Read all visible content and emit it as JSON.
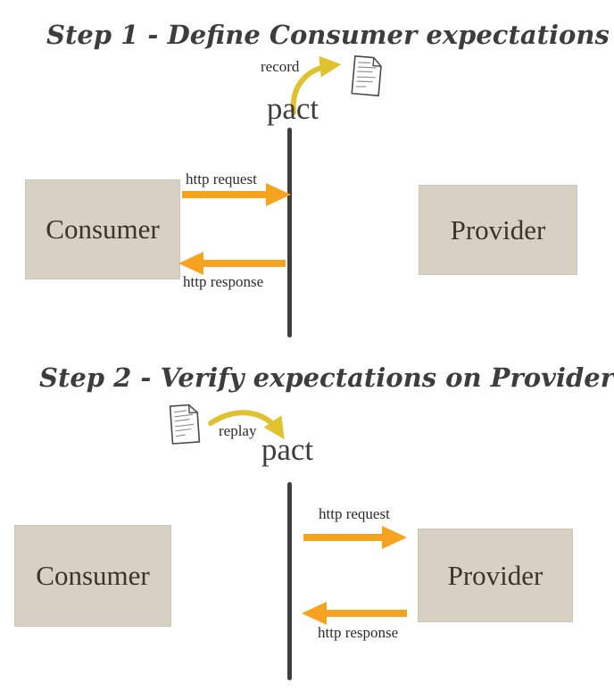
{
  "colors": {
    "background": "#ffffff",
    "box_fill": "#d7d1c3",
    "arrow_orange": "#f6a320",
    "arrow_gold": "#e0c22e",
    "line_dark": "#3e3e3e",
    "title_text": "#3d3d3d",
    "label_text": "#2b2b2b",
    "box_text": "#3a342c"
  },
  "step1": {
    "title": "Step 1 - Define Consumer expectations",
    "record_label": "record",
    "pact_label": "pact",
    "consumer_label": "Consumer",
    "provider_label": "Provider",
    "request_label": "http request",
    "response_label": "http response",
    "file_icon": "pact-file-document-icon",
    "record_arrow_icon": "record-curved-arrow-icon"
  },
  "step2": {
    "title": "Step 2 - Verify expectations on Provider",
    "replay_label": "replay",
    "pact_label": "pact",
    "consumer_label": "Consumer",
    "provider_label": "Provider",
    "request_label": "http request",
    "response_label": "http response",
    "file_icon": "pact-file-document-icon",
    "replay_arrow_icon": "replay-curved-arrow-icon"
  }
}
